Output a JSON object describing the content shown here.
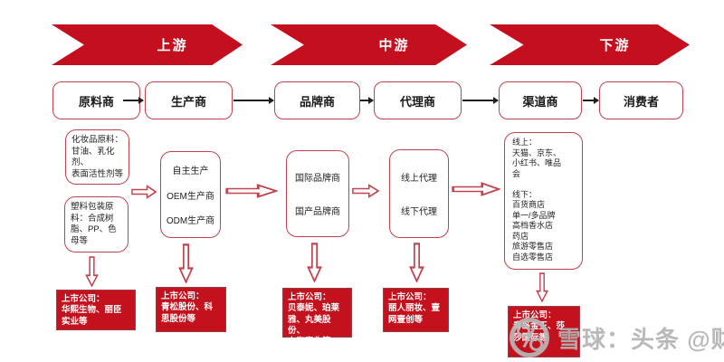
{
  "colors": {
    "banner_red": "#c4101e",
    "box_border_red": "#c2424e",
    "filled_red": "#c3111e",
    "arrow_black": "#1f1f1f",
    "watermark_gray": "#b3b3b3"
  },
  "banners": [
    "上游",
    "中游",
    "下游"
  ],
  "flow": [
    "原料商",
    "生产商",
    "品牌商",
    "代理商",
    "渠道商",
    "消费者"
  ],
  "details": {
    "cosmetic_raw": "化妆品原料：\n甘油、乳化剂、\n表面活性剂等",
    "plastic_raw": "塑料包装原\n料：合成树\n脂、PP、色\n母等",
    "producer": [
      "自主生产",
      "OEM生产商",
      "ODM生产商"
    ],
    "brand": [
      "国际品牌商",
      "国产品牌商"
    ],
    "agent": [
      "线上代理",
      "线下代理"
    ],
    "channel": "线上：\n天猫、京东、\n小红书、唯品\n会\n\n线下：\n百货商店\n单一/多品牌\n高档香水店\n药店\n旅游零售店\n自选零售店"
  },
  "listed": [
    "上市公司：\n华熙生物、丽臣\n实业等",
    "上市公司：\n青松股份、科\n思股份等",
    "上市公司：\n贝泰妮、珀莱\n雅、丸美股份、\n上海家化等",
    "上市公司：\n丽人丽妆、壹\n网壹创等",
    "上市公司：\n青岛金王、莎\n莎国际等"
  ],
  "watermark": {
    "text": "雪球：头条 @财是"
  }
}
